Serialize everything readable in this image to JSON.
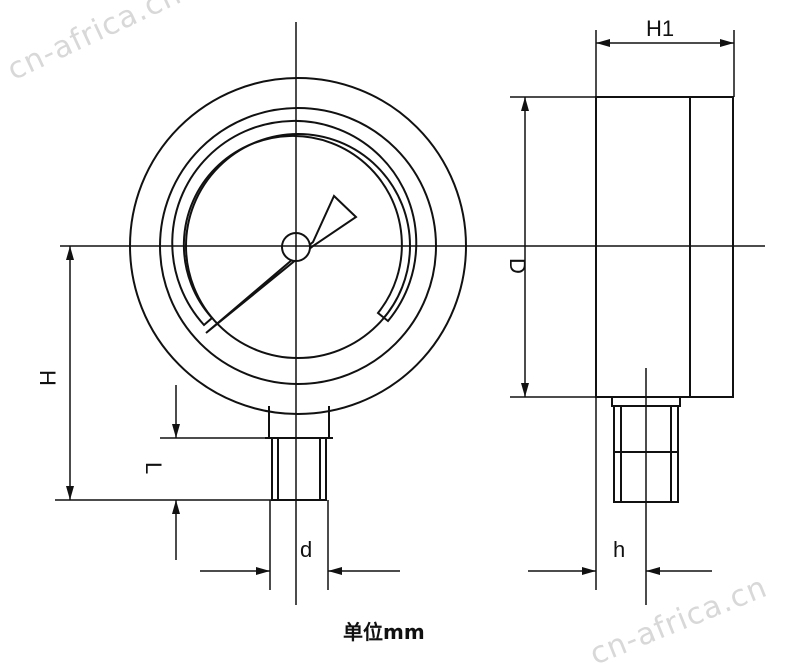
{
  "watermark": "cn-africa.cn",
  "labels": {
    "H1": "H1",
    "D": "D",
    "H": "H",
    "L": "L",
    "d": "d",
    "h": "h"
  },
  "caption": "单位mm"
}
